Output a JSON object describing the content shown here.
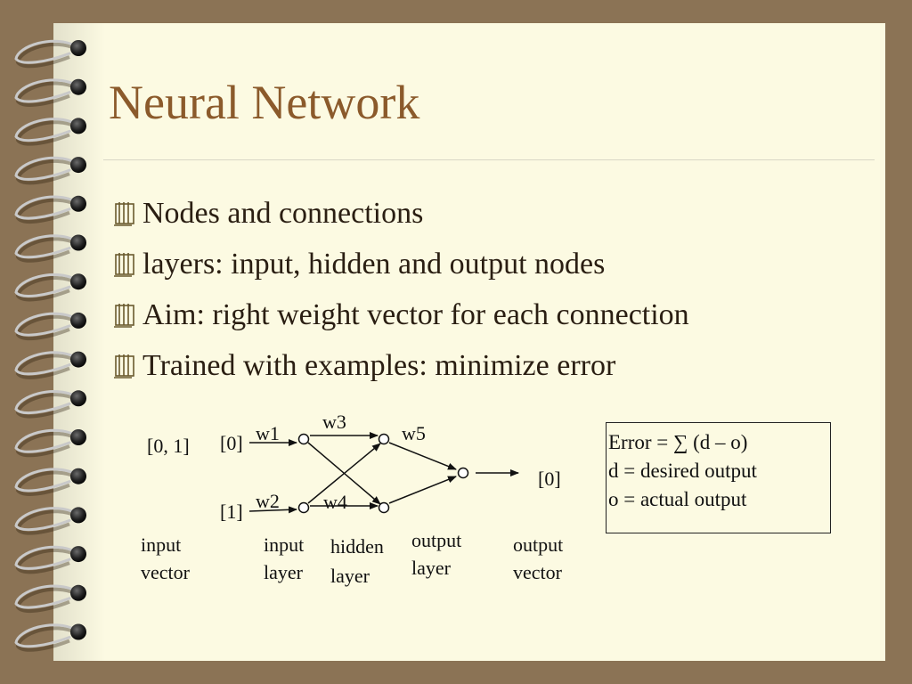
{
  "slide": {
    "title": "Neural Network",
    "bullets": [
      "Nodes and connections",
      "layers: input, hidden and output nodes",
      "Aim: right weight vector for each connection",
      "Trained with examples: minimize error"
    ]
  },
  "diagram": {
    "input_vector_value": "[0, 1]",
    "input_values": [
      "[0]",
      "[1]"
    ],
    "weights": {
      "w1": "w1",
      "w2": "w2",
      "w3": "w3",
      "w4": "w4",
      "w5": "w5"
    },
    "output_value": "[0]",
    "labels": {
      "input_vector": [
        "input",
        "vector"
      ],
      "input_layer": [
        "input",
        "layer"
      ],
      "hidden_layer": [
        "hidden",
        "layer"
      ],
      "output_layer": [
        "output",
        "layer"
      ],
      "output_vector": [
        "output",
        "vector"
      ]
    }
  },
  "error_box": {
    "lines": [
      "Error = ∑ (d – o)",
      "d = desired output",
      "o = actual output"
    ]
  },
  "colors": {
    "background": "#8b7355",
    "page": "#fcfae2",
    "title": "#8b5a2b",
    "text": "#2a1e12"
  },
  "icons": {
    "bullet": "notepad-icon",
    "binding": "spiral-ring-icon"
  }
}
